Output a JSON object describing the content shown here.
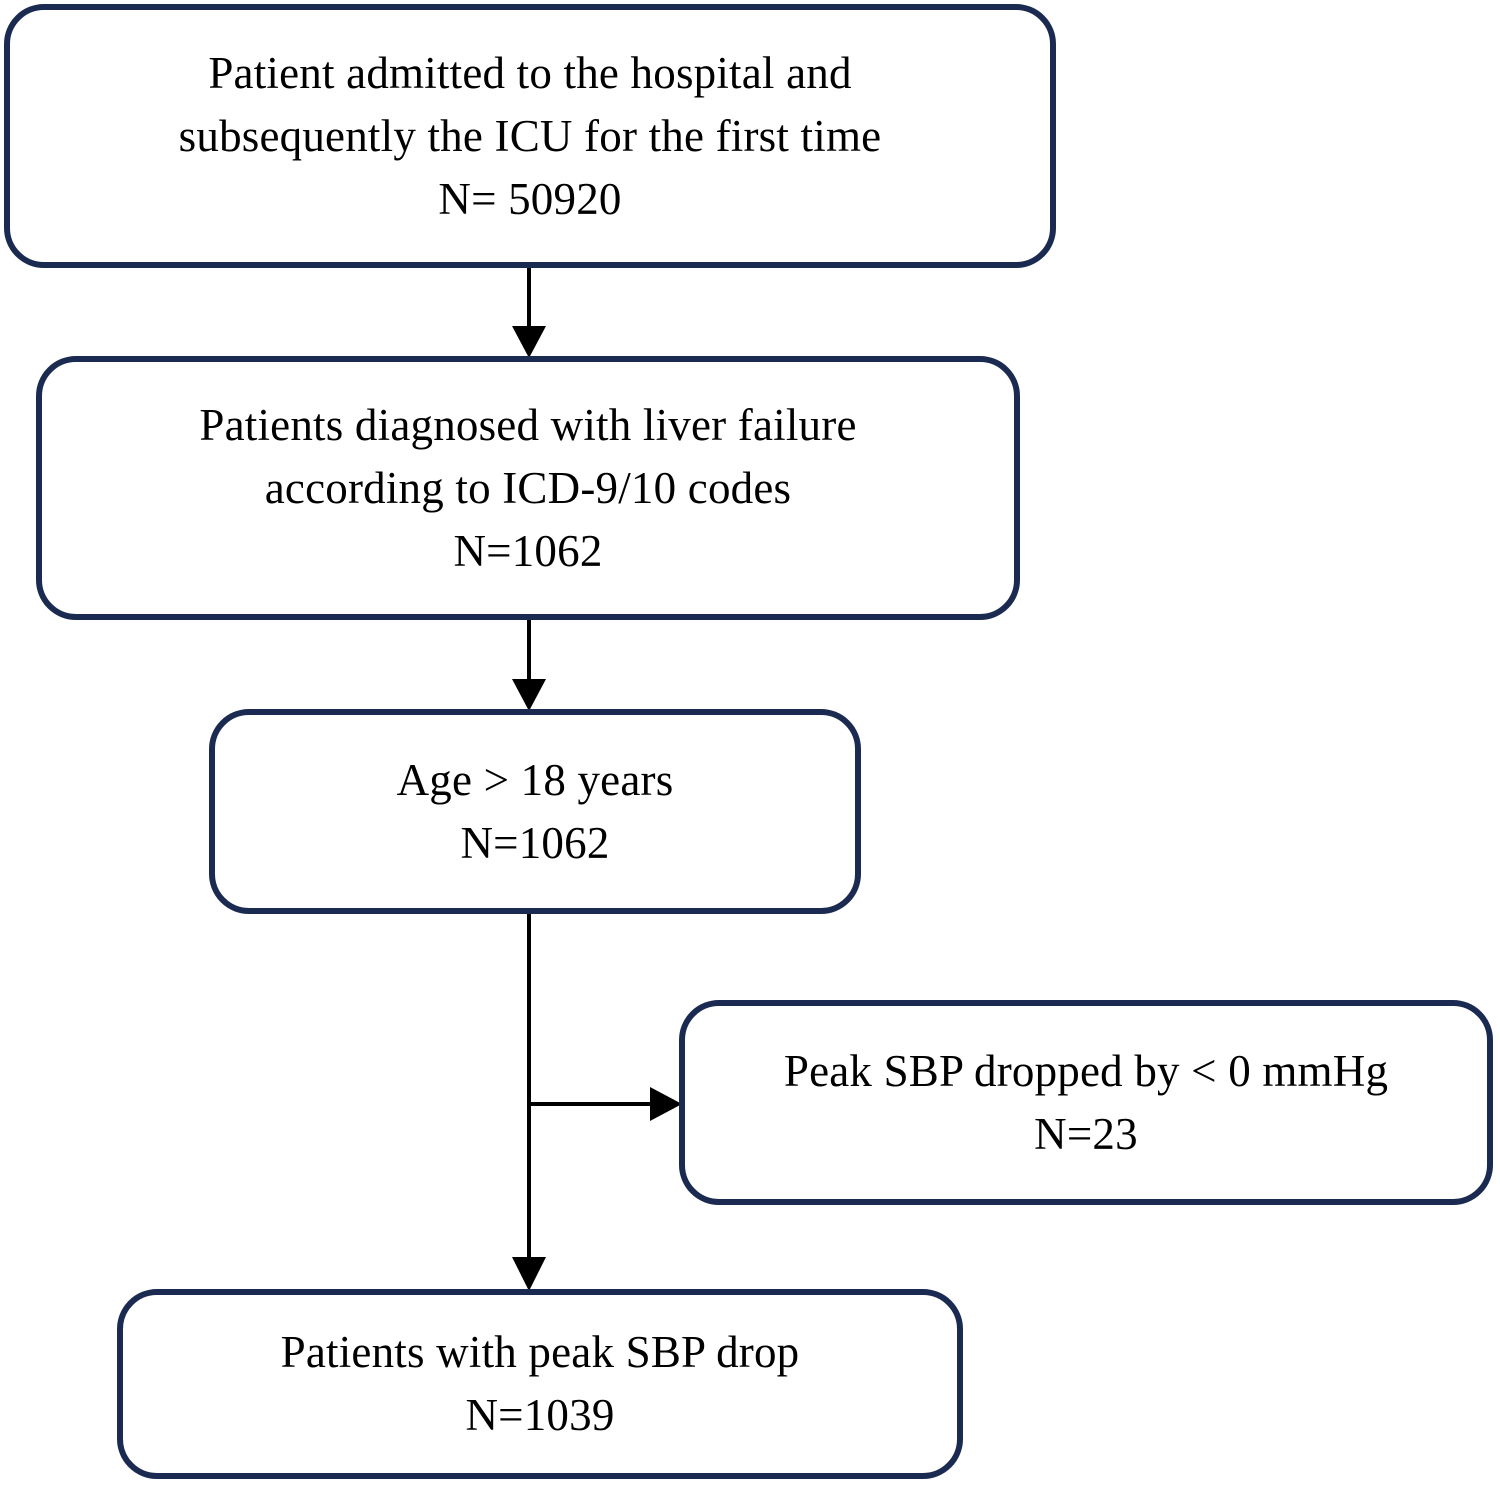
{
  "figure": {
    "type": "flowchart",
    "orientation": "top-to-bottom",
    "background_color": "#ffffff",
    "box_border_color": "#1b2a51",
    "connector_color": "#000000",
    "text_color": "#000000"
  },
  "nodes": {
    "cohort": {
      "lines": [
        "Patient admitted to the hospital and",
        "subsequently the ICU for the first time",
        "N= 50920"
      ],
      "count_label": "N= 50920",
      "count": 50920
    },
    "liver": {
      "lines": [
        "Patients diagnosed with liver failure",
        "according to ICD-9/10 codes",
        "N=1062"
      ],
      "count_label": "N=1062",
      "count": 1062
    },
    "age": {
      "lines": [
        "Age > 18 years",
        "N=1062"
      ],
      "count_label": "N=1062",
      "count": 1062
    },
    "excluded": {
      "lines": [
        "Peak SBP dropped by < 0 mmHg",
        "N=23"
      ],
      "count_label": "N=23",
      "count": 23
    },
    "final": {
      "lines": [
        "Patients with peak SBP drop",
        "N=1039"
      ],
      "count_label": "N=1039",
      "count": 1039
    }
  },
  "edges": [
    {
      "id": "cohort-to-liver",
      "from": "cohort",
      "to": "liver",
      "label": "",
      "direction": "down"
    },
    {
      "id": "liver-to-age",
      "from": "liver",
      "to": "age",
      "label": "",
      "direction": "down"
    },
    {
      "id": "age-to-final",
      "from": "age",
      "to": "final",
      "label": "",
      "direction": "down"
    },
    {
      "id": "age-to-excluded",
      "from": "age",
      "to": "excluded",
      "label": "",
      "direction": "right"
    }
  ]
}
